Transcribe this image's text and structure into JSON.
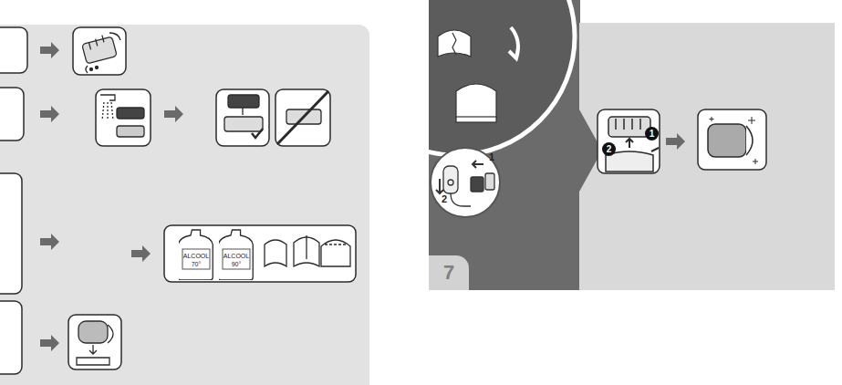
{
  "diagram": {
    "nodes": [
      {
        "text": [
          "ALCOOL 70°"
        ]
      },
      {
        "text": [
          "ALCOOL 90°"
        ]
      },
      {
        "text": [
          "7"
        ]
      },
      {
        "text": [
          "1"
        ]
      },
      {
        "text": [
          "2"
        ]
      }
    ],
    "labels": [
      "1",
      "2"
    ]
  }
}
